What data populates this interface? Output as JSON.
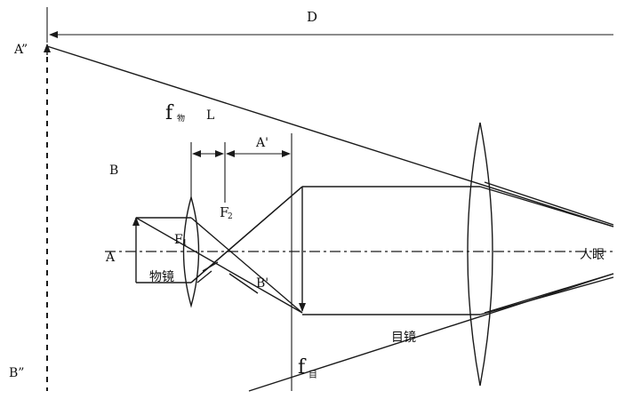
{
  "labels": {
    "D": "D",
    "A2": "A”",
    "B2": "B”",
    "f_obj": "f",
    "f_obj_sub": "物",
    "L": "L",
    "A_prime": "A'",
    "B": "B",
    "F2": "F",
    "F2_sub": "2",
    "F1": "F",
    "F1_sub": "1",
    "A": "A",
    "objective": "物镜",
    "B_prime": "B'",
    "eye": "人眼",
    "eyepiece": "目镜",
    "f_eye": "f",
    "f_eye_sub": "目"
  }
}
